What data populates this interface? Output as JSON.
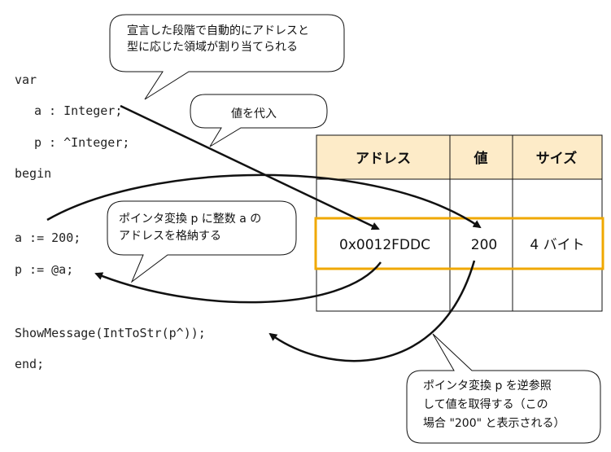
{
  "code_lines": [
    "var",
    "a : Integer;",
    "p : ^Integer;",
    "begin",
    "a := 200;",
    "p := @a;",
    "ShowMessage(IntToStr(p^));",
    "end;"
  ],
  "table": {
    "headers": [
      "アドレス",
      "値",
      "サイズ"
    ],
    "row": [
      "0x0012FDDC",
      "200",
      "4 バイト"
    ]
  },
  "callouts": {
    "declare": [
      "宣言した段階で自動的にアドレスと",
      "型に応じた領域が割り当てられる"
    ],
    "assign": [
      "値を代入"
    ],
    "pointer": [
      "ポインタ変換 p に整数 a の",
      "アドレスを格納する"
    ],
    "deref": [
      "ポインタ変換 p を逆参照",
      "して値を取得する（この",
      "場合 \"200\" と表示される）"
    ]
  },
  "colors": {
    "header_bg": "#fdebc8",
    "highlight": "#f0a800",
    "stroke": "#111111"
  }
}
